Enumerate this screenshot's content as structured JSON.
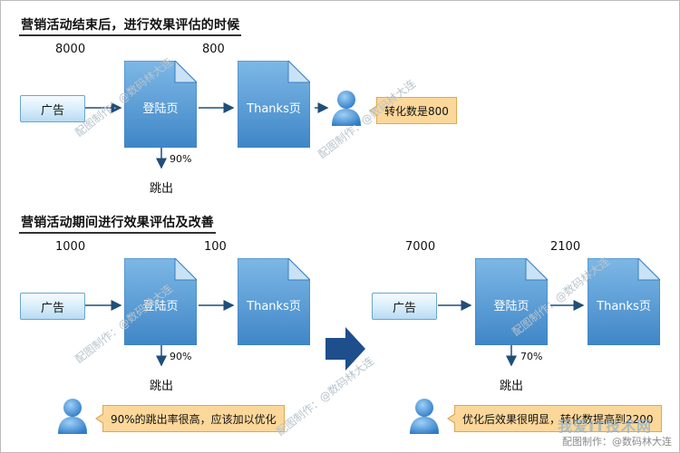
{
  "colors": {
    "doc_blue": "#4a8fcb",
    "arrow": "#1f4e79",
    "callout": "#fcd79a",
    "big_arrow": "#1f4e8c"
  },
  "section1": {
    "title": "营销活动结束后，进行效果评估的时候",
    "ad_label": "广告",
    "landing_label": "登陆页",
    "thanks_label": "Thanks页",
    "num_ad": "8000",
    "num_thanks": "800",
    "bounce_pct": "90%",
    "bounce_label": "跳出",
    "callout": "转化数是800"
  },
  "section2": {
    "title": "营销活动期间进行效果评估及改善",
    "before": {
      "ad_label": "广告",
      "landing_label": "登陆页",
      "thanks_label": "Thanks页",
      "num_ad": "1000",
      "num_thanks": "100",
      "bounce_pct": "90%",
      "bounce_label": "跳出",
      "callout": "90%的跳出率很高，应该加以优化"
    },
    "after": {
      "ad_label": "广告",
      "landing_label": "登陆页",
      "thanks_label": "Thanks页",
      "num_ad": "7000",
      "num_thanks": "2100",
      "bounce_pct": "70%",
      "bounce_label": "跳出",
      "callout": "优化后效果很明显，转化数提高到2200"
    }
  },
  "watermarks": {
    "diag": "配图制作：@数码林大连",
    "footer": "配图制作：@数码林大连",
    "logo": "我爱IT技术网"
  }
}
